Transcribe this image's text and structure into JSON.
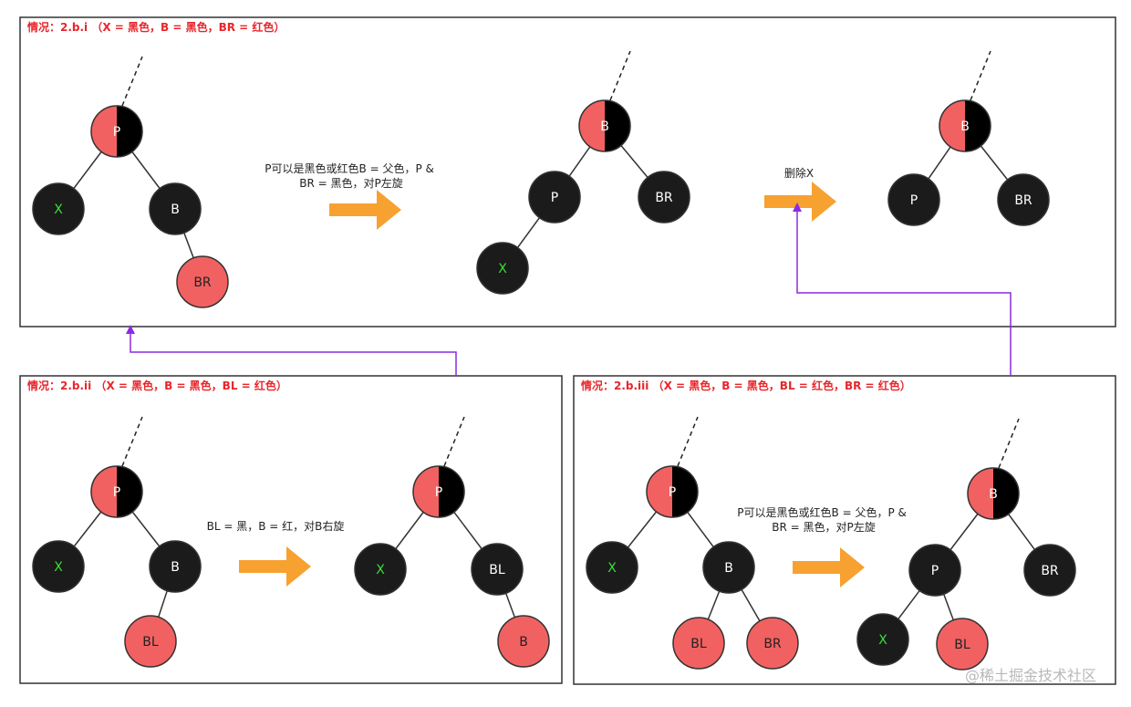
{
  "colors": {
    "black": "#1b1b1b",
    "red": "#f26161",
    "node_stroke": "#333333",
    "label_light": "#ffffff",
    "label_dark": "#222222",
    "label_x": "#35e235",
    "arrow": "#f7a131",
    "link": "#8a2be2",
    "title": "#e8262b"
  },
  "panels": [
    {
      "id": "case-2bi",
      "title": "情况：2.b.i （X = 黑色，B = 黑色，BR = 红色）",
      "captions": [
        {
          "lines": [
            "P可以是黑色或红色B = 父色，P &",
            "BR = 黑色，对P左旋"
          ]
        },
        {
          "lines": [
            "删除X"
          ]
        }
      ]
    },
    {
      "id": "case-2bii",
      "title": "情况：2.b.ii （X = 黑色，B = 黑色，BL = 红色）",
      "captions": [
        {
          "lines": [
            "BL = 黑，B = 红，对B右旋"
          ]
        }
      ]
    },
    {
      "id": "case-2biii",
      "title": "情况：2.b.iii （X = 黑色，B = 黑色，BL = 红色，BR = 红色）",
      "captions": [
        {
          "lines": [
            "P可以是黑色或红色B = 父色，P &",
            "BR = 黑色，对P左旋"
          ]
        }
      ]
    }
  ],
  "trees": [
    {
      "id": "t1",
      "nodes": [
        {
          "label": "P",
          "color": "split",
          "parent": null
        },
        {
          "label": "X",
          "color": "black",
          "parent": 0
        },
        {
          "label": "B",
          "color": "black",
          "parent": 0
        },
        {
          "label": "BR",
          "color": "red",
          "parent": 2
        }
      ]
    },
    {
      "id": "t2",
      "nodes": [
        {
          "label": "B",
          "color": "split",
          "parent": null
        },
        {
          "label": "P",
          "color": "black",
          "parent": 0
        },
        {
          "label": "BR",
          "color": "black",
          "parent": 0
        },
        {
          "label": "X",
          "color": "black",
          "parent": 1
        }
      ]
    },
    {
      "id": "t3",
      "nodes": [
        {
          "label": "B",
          "color": "split",
          "parent": null
        },
        {
          "label": "P",
          "color": "black",
          "parent": 0
        },
        {
          "label": "BR",
          "color": "black",
          "parent": 0
        }
      ]
    },
    {
      "id": "t4",
      "nodes": [
        {
          "label": "P",
          "color": "split",
          "parent": null
        },
        {
          "label": "X",
          "color": "black",
          "parent": 0
        },
        {
          "label": "B",
          "color": "black",
          "parent": 0
        },
        {
          "label": "BL",
          "color": "red",
          "parent": 2
        }
      ]
    },
    {
      "id": "t5",
      "nodes": [
        {
          "label": "P",
          "color": "split",
          "parent": null
        },
        {
          "label": "X",
          "color": "black",
          "parent": 0
        },
        {
          "label": "BL",
          "color": "black",
          "parent": 0
        },
        {
          "label": "B",
          "color": "red",
          "parent": 2
        }
      ]
    },
    {
      "id": "t6",
      "nodes": [
        {
          "label": "P",
          "color": "split",
          "parent": null
        },
        {
          "label": "X",
          "color": "black",
          "parent": 0
        },
        {
          "label": "B",
          "color": "black",
          "parent": 0
        },
        {
          "label": "BL",
          "color": "red",
          "parent": 2
        },
        {
          "label": "BR",
          "color": "red",
          "parent": 2
        }
      ]
    },
    {
      "id": "t7",
      "nodes": [
        {
          "label": "B",
          "color": "split",
          "parent": null
        },
        {
          "label": "P",
          "color": "black",
          "parent": 0
        },
        {
          "label": "BR",
          "color": "black",
          "parent": 0
        },
        {
          "label": "X",
          "color": "black",
          "parent": 1
        },
        {
          "label": "BL",
          "color": "red",
          "parent": 1
        }
      ]
    }
  ],
  "watermark": "@稀土掘金技术社区"
}
